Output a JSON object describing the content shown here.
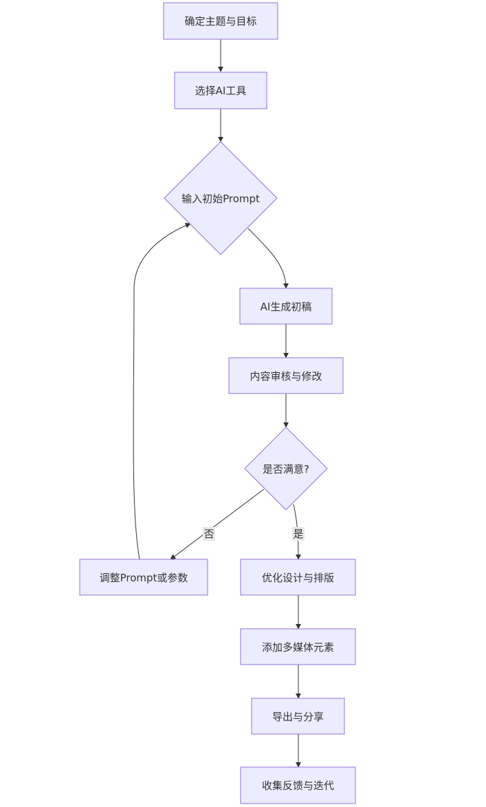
{
  "flowchart": {
    "nodes": {
      "n1": "确定主题与目标",
      "n2": "选择AI工具",
      "n3": "输入初始Prompt",
      "n4": "AI生成初稿",
      "n5": "内容审核与修改",
      "n6": "是否满意?",
      "n7": "调整Prompt或参数",
      "n8": "优化设计与排版",
      "n9": "添加多媒体元素",
      "n10": "导出与分享",
      "n11": "收集反馈与迭代"
    },
    "edge_labels": {
      "no": "否",
      "yes": "是"
    },
    "colors": {
      "node_fill": "#ececff",
      "node_stroke": "#9370db",
      "edge": "#333333",
      "edge_label_bg": "#e8e8e8"
    }
  }
}
